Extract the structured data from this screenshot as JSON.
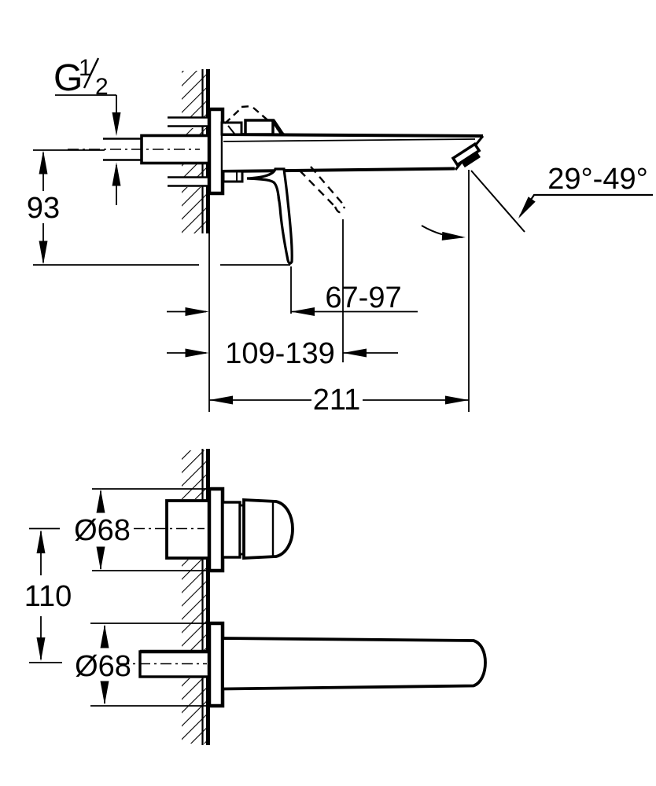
{
  "drawing": {
    "title": "wall-mounted-basin-mixer-dimension-drawing",
    "line_color": "#000000",
    "background_color": "#ffffff"
  },
  "side_view": {
    "labels": {
      "thread_prefix": "G",
      "thread_numerator": "1",
      "thread_denominator": "2",
      "height": "93",
      "angle_range": "29°-49°",
      "handle_range": "67-97",
      "depth_range": "109-139",
      "projection": "211"
    }
  },
  "bottom_view": {
    "labels": {
      "escutcheon_diameter_top": "Ø68",
      "center_distance": "110",
      "escutcheon_diameter_bottom": "Ø68"
    }
  }
}
